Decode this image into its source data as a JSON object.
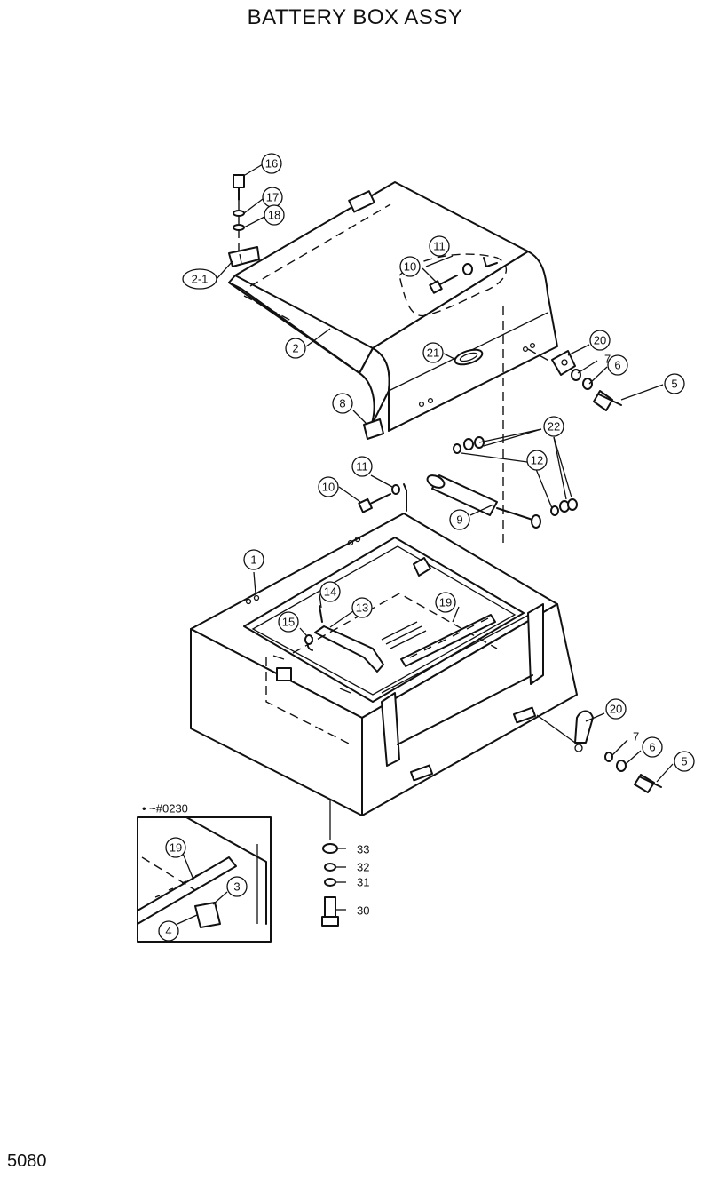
{
  "title": "BATTERY BOX ASSY",
  "page_number": "5080",
  "inset_label": "• ~#0230",
  "callouts": {
    "c16": "16",
    "c17": "17",
    "c18": "18",
    "c2_1": "2-1",
    "c2": "2",
    "c11a": "11",
    "c10a": "10",
    "c21": "21",
    "c20a": "20",
    "c7a": "7",
    "c6a": "6",
    "c5a": "5",
    "c8": "8",
    "c22": "22",
    "c12": "12",
    "c11b": "11",
    "c10b": "10",
    "c9": "9",
    "c1": "1",
    "c14": "14",
    "c13": "13",
    "c15": "15",
    "c19a": "19",
    "c20b": "20",
    "c7b": "7",
    "c6b": "6",
    "c5b": "5",
    "c33": "33",
    "c32": "32",
    "c31": "31",
    "c30": "30",
    "c19b": "19",
    "c3": "3",
    "c4": "4"
  }
}
